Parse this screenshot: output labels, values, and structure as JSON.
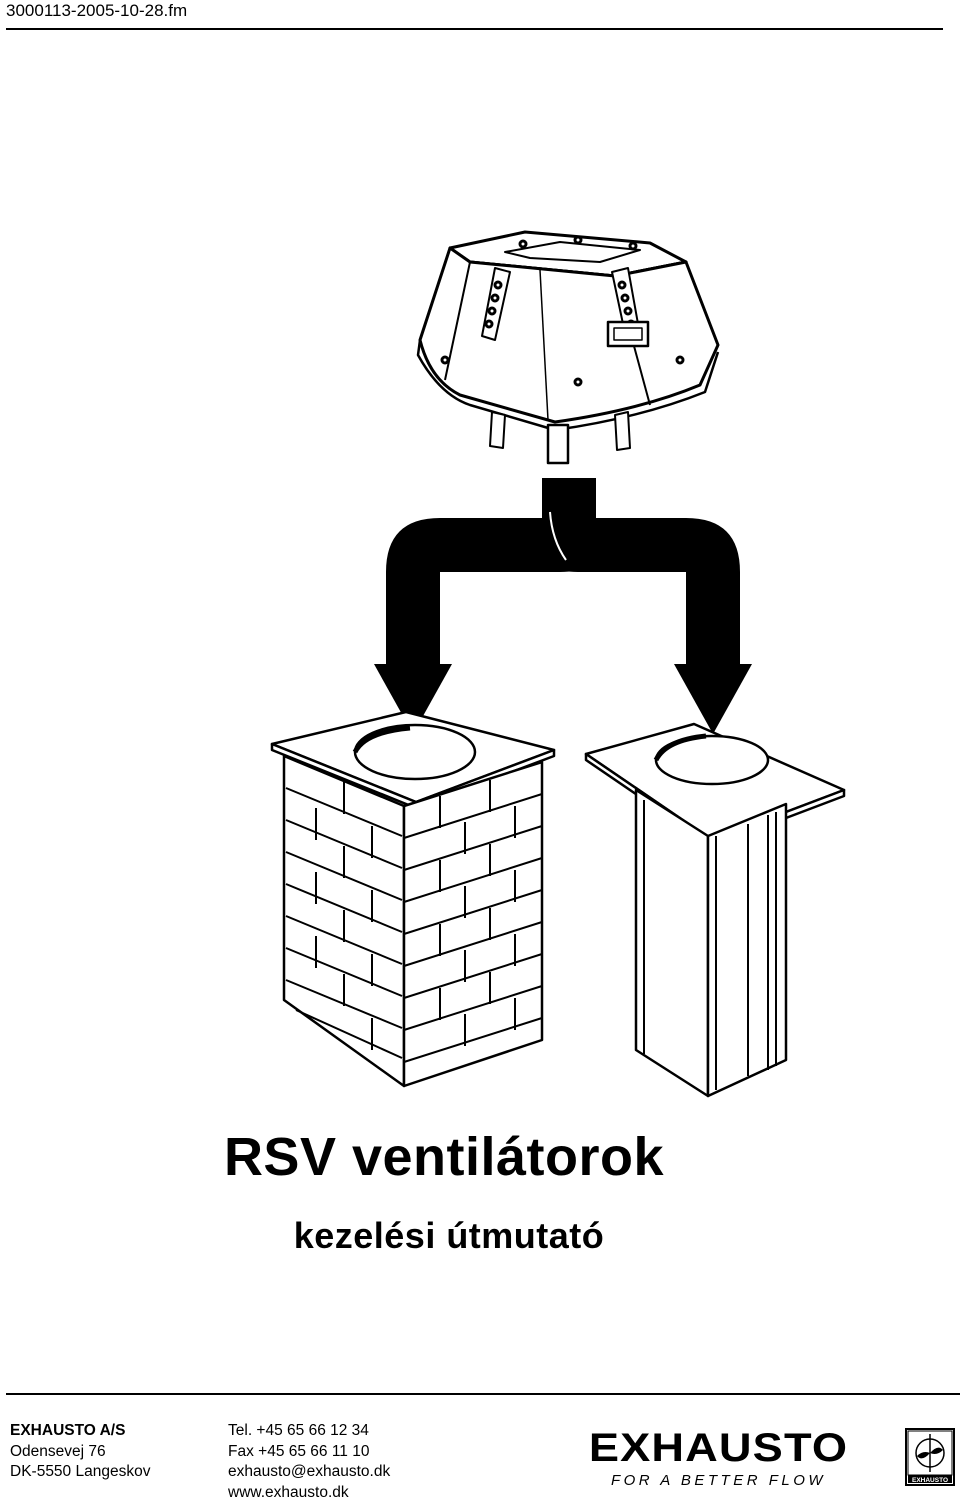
{
  "document": {
    "file_label": "3000113-2005-10-28.fm",
    "title": "RSV ventilátorok",
    "subtitle": "kezelési útmutató"
  },
  "footer": {
    "company": "EXHAUSTO A/S",
    "street": "Odensevej 76",
    "city": "DK-5550 Langeskov",
    "tel": "Tel. +45 65 66 12 34",
    "fax": "Fax +45 65 66 11 10",
    "email": "exhausto@exhausto.dk",
    "web": "www.exhausto.dk"
  },
  "brand": {
    "name": "EXHAUSTO",
    "slogan": "FOR A BETTER FLOW",
    "logo_icon_text": "EXHAUSTO",
    "icon": "fan-logo-icon"
  },
  "illustration": {
    "icons": [
      "roof-fan-icon",
      "split-arrow-icon",
      "brick-chimney-icon",
      "metal-duct-icon"
    ]
  }
}
